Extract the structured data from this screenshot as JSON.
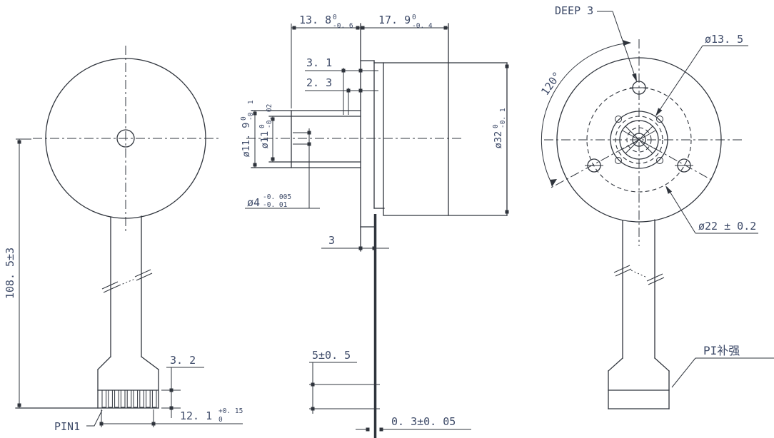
{
  "drawing": {
    "left_view": {
      "overall_length": "108. 5±3",
      "pin_section_height": "3. 2",
      "pin_row_width": {
        "main": "12. 1",
        "sup": "+0. 15",
        "sub": "0"
      },
      "pin1_label": "PIN1"
    },
    "side_view": {
      "boss_length": {
        "main": "13. 8",
        "sup": "0",
        "sub": "-0. 6"
      },
      "body_length": {
        "main": "17. 9",
        "sup": "0",
        "sub": "-0. 4"
      },
      "step_a": "3. 1",
      "step_b": "2. 3",
      "boss_diameter": {
        "main": "ø11. 9",
        "sup": "0",
        "sub": "-0. 1"
      },
      "bore_diameter": {
        "main": "ø11",
        "sup": "0",
        "sub": "-0. 02"
      },
      "shaft_diameter": {
        "main": "ø4",
        "sup": "-0. 005",
        "sub": "-0. 01"
      },
      "body_diameter": {
        "main": "ø32",
        "sup": "0",
        "sub": "-0. 1"
      },
      "plate_thickness": "3",
      "stiffener_length": "5±0. 5",
      "fpc_thickness": "0. 3±0. 05"
    },
    "front_view": {
      "hole_depth": "DEEP 3",
      "hub_diameter": "ø13. 5",
      "hole_angle": "120°",
      "bolt_circle": "ø22 ± 0.2",
      "pi_reinforce": "PI补强"
    },
    "colors": {
      "line": "#2f343c",
      "text": "#3d4a68",
      "background": "#ffffff"
    }
  }
}
